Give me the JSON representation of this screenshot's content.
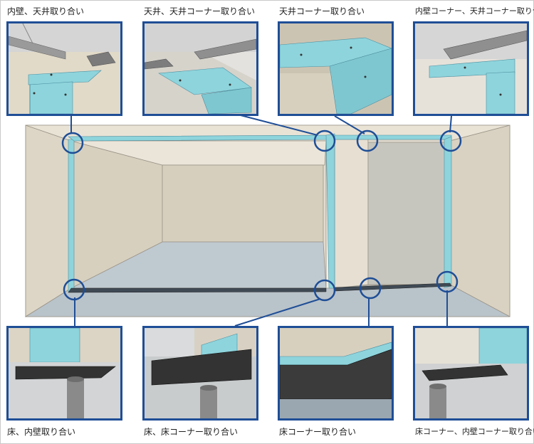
{
  "colors": {
    "frame_blue": "#1f4e96",
    "wall": "#e3ddd0",
    "floor": "#b8c3cc",
    "panel_cyan": "#8ed4dc",
    "track": "#8a8a8a",
    "gasket": "#333333"
  },
  "labels": {
    "top_1": "内壁、天井取り合い",
    "top_2": "天井、天井コーナー取り合い",
    "top_3": "天井コーナー取り合い",
    "top_4": "内壁コーナー、天井コーナー取り合い",
    "bottom_1": "床、内壁取り合い",
    "bottom_2": "床、床コーナー取り合い",
    "bottom_3": "床コーナー取り合い",
    "bottom_4": "床コーナー、内壁コーナー取り合い"
  }
}
